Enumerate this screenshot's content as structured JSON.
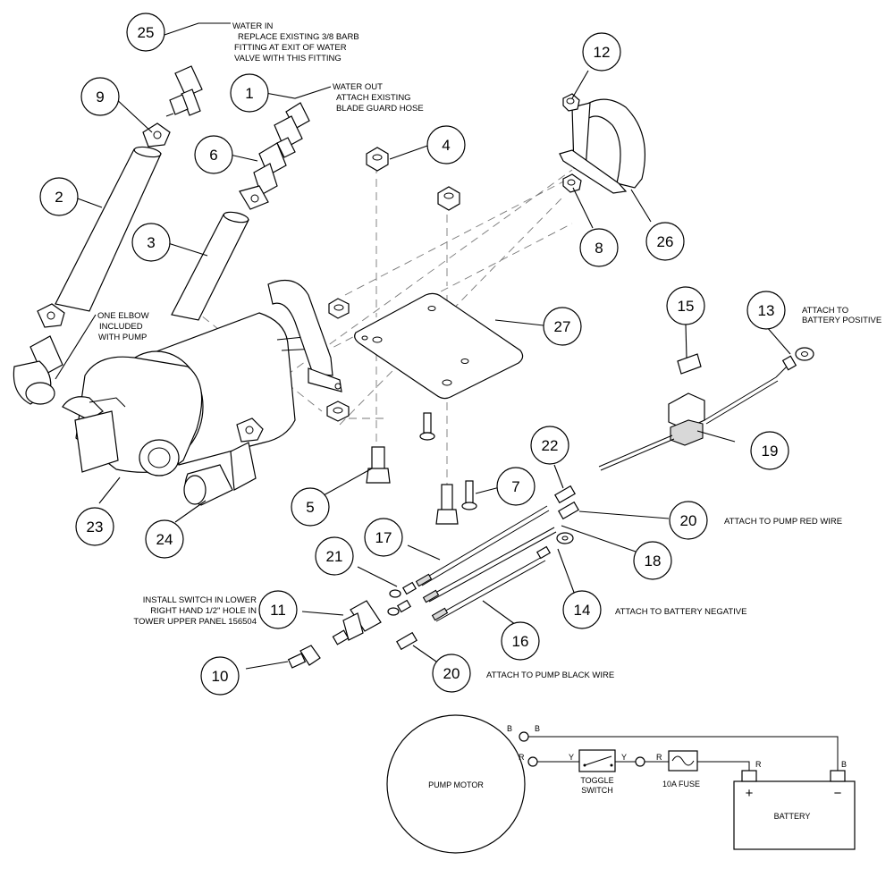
{
  "callouts": [
    {
      "id": "25",
      "label": "25"
    },
    {
      "id": "9",
      "label": "9"
    },
    {
      "id": "1",
      "label": "1"
    },
    {
      "id": "6",
      "label": "6"
    },
    {
      "id": "2",
      "label": "2"
    },
    {
      "id": "3",
      "label": "3"
    },
    {
      "id": "4",
      "label": "4"
    },
    {
      "id": "12",
      "label": "12"
    },
    {
      "id": "8",
      "label": "8"
    },
    {
      "id": "26",
      "label": "26"
    },
    {
      "id": "27",
      "label": "27"
    },
    {
      "id": "15",
      "label": "15"
    },
    {
      "id": "13",
      "label": "13"
    },
    {
      "id": "19",
      "label": "19"
    },
    {
      "id": "22",
      "label": "22"
    },
    {
      "id": "20a",
      "label": "20"
    },
    {
      "id": "7",
      "label": "7"
    },
    {
      "id": "5",
      "label": "5"
    },
    {
      "id": "23",
      "label": "23"
    },
    {
      "id": "24",
      "label": "24"
    },
    {
      "id": "17",
      "label": "17"
    },
    {
      "id": "18",
      "label": "18"
    },
    {
      "id": "21",
      "label": "21"
    },
    {
      "id": "14",
      "label": "14"
    },
    {
      "id": "11",
      "label": "11"
    },
    {
      "id": "16",
      "label": "16"
    },
    {
      "id": "10",
      "label": "10"
    },
    {
      "id": "20b",
      "label": "20"
    }
  ],
  "notes": {
    "water_in": [
      "WATER IN",
      "REPLACE EXISTING 3/8 BARB",
      "FITTING AT EXIT OF WATER",
      "VALVE WITH THIS FITTING"
    ],
    "water_out": [
      "WATER OUT",
      "ATTACH EXISTING",
      "BLADE GUARD HOSE"
    ],
    "elbow": [
      "ONE ELBOW",
      "INCLUDED",
      "WITH PUMP"
    ],
    "battery_positive": [
      "ATTACH TO",
      "BATTERY POSITIVE"
    ],
    "pump_red": "ATTACH TO PUMP RED WIRE",
    "battery_negative": "ATTACH TO BATTERY NEGATIVE",
    "switch": [
      "INSTALL SWITCH IN LOWER",
      "RIGHT HAND 1/2\" HOLE IN",
      "TOWER UPPER PANEL 156504"
    ],
    "pump_black": "ATTACH TO PUMP BLACK WIRE"
  },
  "schematic": {
    "pump_motor": "PUMP MOTOR",
    "toggle_switch": [
      "TOGGLE",
      "SWITCH"
    ],
    "fuse": "10A FUSE",
    "battery": "BATTERY",
    "plus": "+",
    "minus": "−",
    "wire_labels": {
      "b1": "B",
      "b2": "B",
      "r1": "R",
      "y1": "Y",
      "y2": "Y",
      "r2": "R",
      "r3": "R",
      "b3": "B"
    }
  }
}
